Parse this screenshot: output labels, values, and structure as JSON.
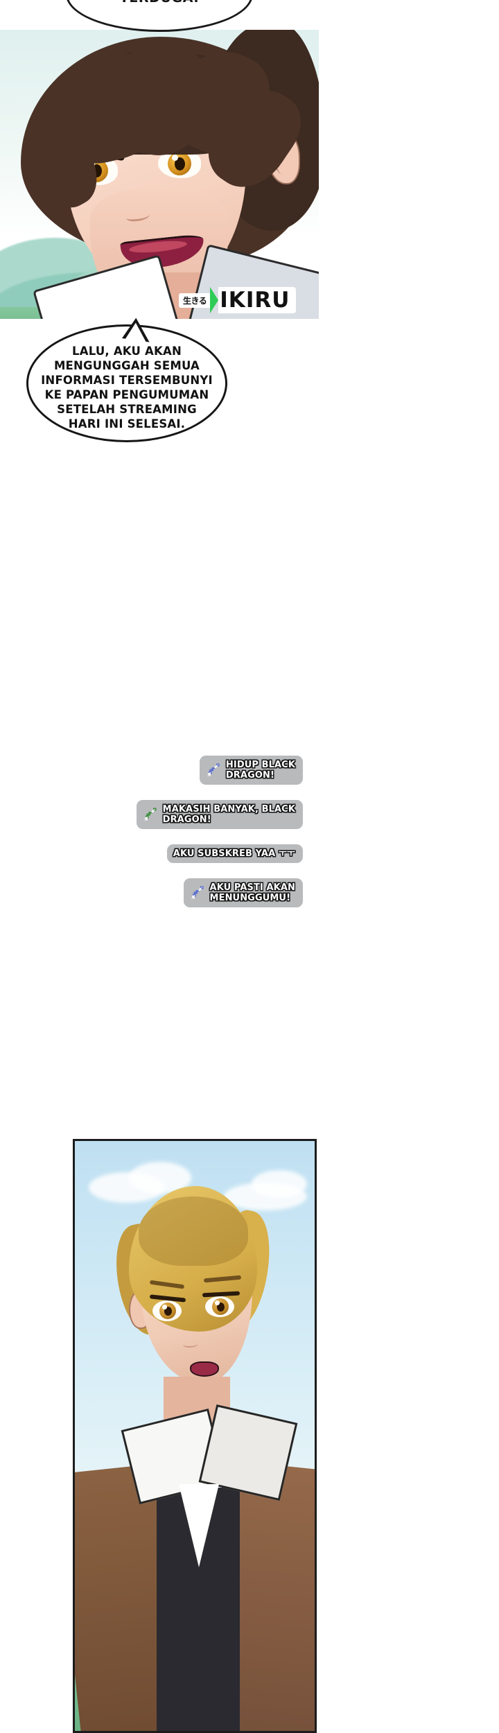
{
  "page": {
    "series_logo": {
      "jp": "生きる",
      "name": "IKIRU",
      "accent_color": "#2ecc56"
    }
  },
  "bubbles": {
    "top_partial": {
      "text": "TERDUGA."
    },
    "main": {
      "lines": [
        "LALU, AKU AKAN",
        "MENGUNGGAH SEMUA",
        "INFORMASI TERSEMBUNYI",
        "KE PAPAN PENGUMUMAN",
        "SETELAH STREAMING",
        "HARI INI SELESAI."
      ]
    }
  },
  "chat": {
    "bubble_color": "#b8babc",
    "messages": [
      {
        "icon": "sword-icon",
        "icon_color": "#5b6fd0",
        "lines": [
          "HIDUP BLACK",
          "DRAGON!"
        ]
      },
      {
        "icon": "sword-icon",
        "icon_color": "#3f8f3f",
        "lines": [
          "MAKASIH BANYAK, BLACK",
          "DRAGON!"
        ]
      },
      {
        "icon": null,
        "icon_color": null,
        "lines": [
          "AKU SUBSKREB YAA ㅜㅜ"
        ]
      },
      {
        "icon": "sword-icon",
        "icon_color": "#5b6fd0",
        "lines": [
          "AKU PASTI AKAN",
          "MENUNGGUMU!"
        ]
      }
    ]
  }
}
